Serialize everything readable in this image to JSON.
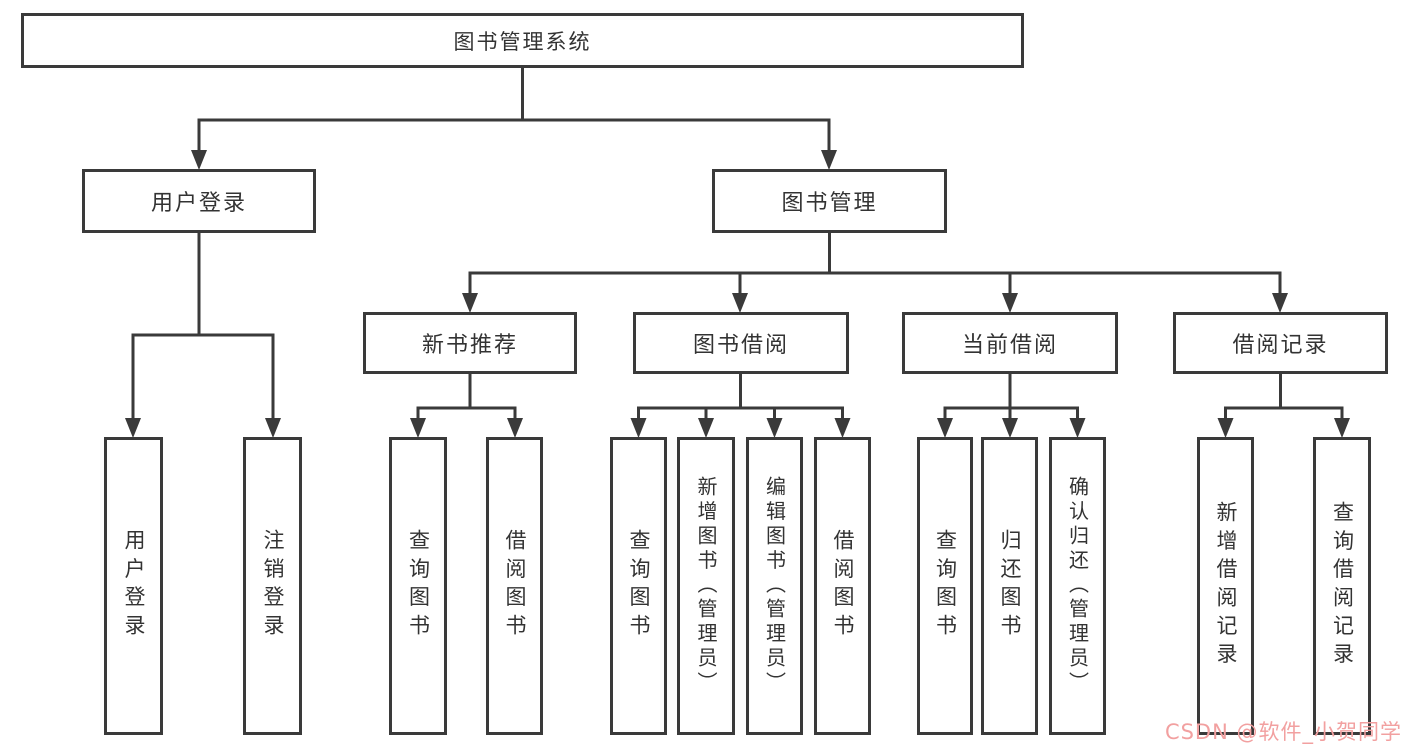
{
  "colors": {
    "line": "#3a3a3a",
    "text": "#333333",
    "background": "#ffffff",
    "watermark": "#f2a0a0"
  },
  "watermark": {
    "text": "CSDN @软件_小贺同学"
  },
  "nodes": {
    "root": "图书管理系统",
    "l1_user_login": "用户登录",
    "l1_book_mgmt": "图书管理",
    "l2_new_book": "新书推荐",
    "l2_book_borrow": "图书借阅",
    "l2_current_borrow": "当前借阅",
    "l2_borrow_record": "借阅记录",
    "leaf_user_login": "用户登录",
    "leaf_logout": "注销登录",
    "leaf_nb_query": "查询图书",
    "leaf_nb_borrow": "借阅图书",
    "leaf_bb_query": "查询图书",
    "leaf_bb_add": "新增图书（管理员）",
    "leaf_bb_edit": "编辑图书（管理员）",
    "leaf_bb_borrow": "借阅图书",
    "leaf_cb_query": "查询图书",
    "leaf_cb_return": "归还图书",
    "leaf_cb_confirm": "确认归还（管理员）",
    "leaf_br_add": "新增借阅记录",
    "leaf_br_query": "查询借阅记录"
  },
  "hierarchy": {
    "图书管理系统": {
      "用户登录": [
        "用户登录",
        "注销登录"
      ],
      "图书管理": {
        "新书推荐": [
          "查询图书",
          "借阅图书"
        ],
        "图书借阅": [
          "查询图书",
          "新增图书（管理员）",
          "编辑图书（管理员）",
          "借阅图书"
        ],
        "当前借阅": [
          "查询图书",
          "归还图书",
          "确认归还（管理员）"
        ],
        "借阅记录": [
          "新增借阅记录",
          "查询借阅记录"
        ]
      }
    }
  }
}
